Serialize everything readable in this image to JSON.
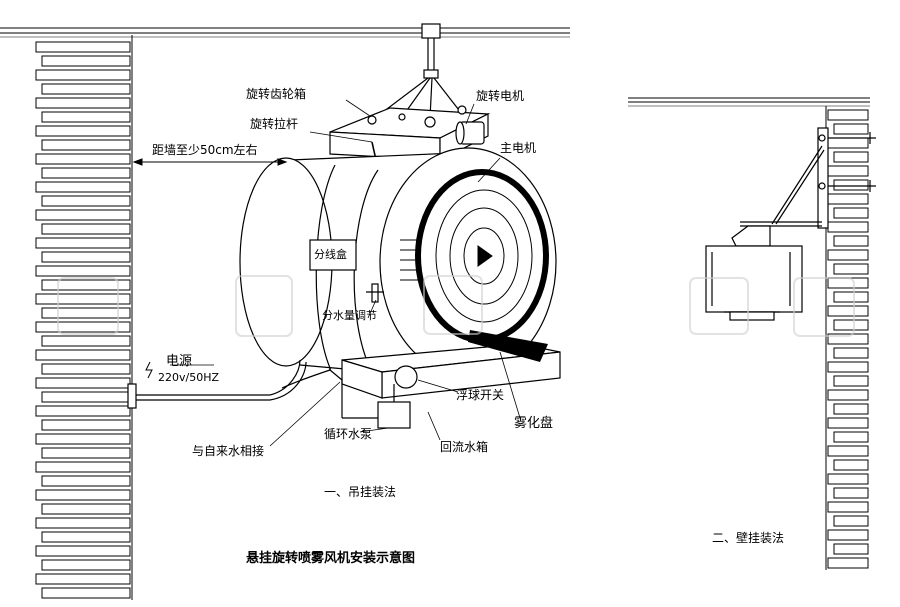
{
  "labels": {
    "gearbox": "旋转齿轮箱",
    "rotate_motor": "旋转电机",
    "pull_rod": "旋转拉杆",
    "wall_distance": "距墙至少50cm左右",
    "main_motor": "主电机",
    "junction_box": "分线盒",
    "water_valve": "分水量调节",
    "power_title": "电源",
    "power_spec": "220v/50HZ",
    "float_switch": "浮球开关",
    "atomizer_disc": "雾化盘",
    "circ_pump": "循环水泵",
    "return_tank": "回流水箱",
    "tap_water": "与自来水相接",
    "method_1": "一、吊挂装法",
    "method_2": "二、壁挂装法",
    "diagram_title": "悬挂旋转喷雾风机安装示意图"
  },
  "watermark": "",
  "colors": {
    "line": "#000000",
    "paper": "#ffffff"
  }
}
